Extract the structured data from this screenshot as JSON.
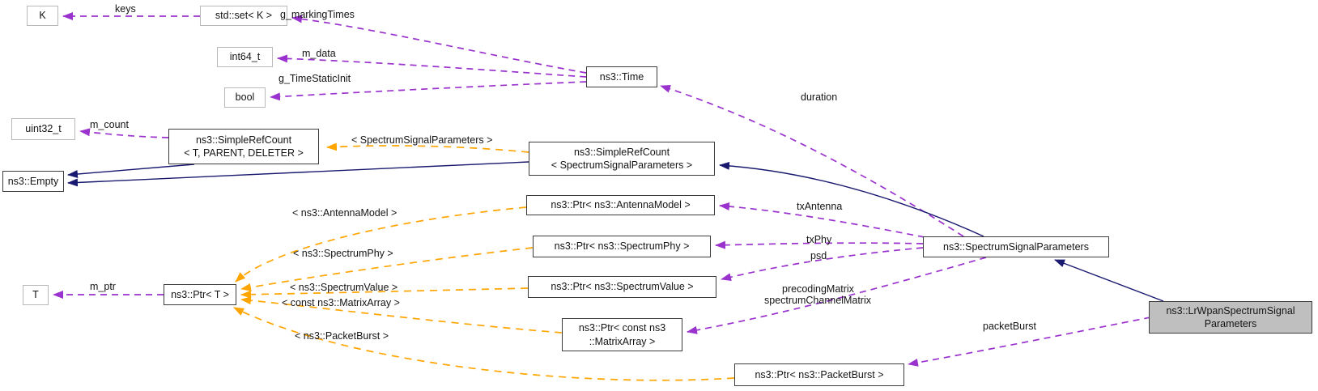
{
  "diagram": {
    "type": "class-collaboration-graph",
    "colors": {
      "member_edge": "#9a32cd",
      "template_edge": "#ffa500",
      "inheritance_edge": "#191970",
      "highlight_node_fill": "#bfbfbf",
      "plain_node_border": "#b9b9b9",
      "class_node_border": "#3c3c3c"
    },
    "nodes": {
      "k": {
        "label": "K"
      },
      "std_set": {
        "label": "std::set< K >"
      },
      "int64": {
        "label": "int64_t"
      },
      "bool": {
        "label": "bool"
      },
      "time": {
        "label": "ns3::Time"
      },
      "uint32": {
        "label": "uint32_t"
      },
      "sr_generic": {
        "line1": "ns3::SimpleRefCount",
        "line2": "< T, PARENT, DELETER >"
      },
      "empty": {
        "label": "ns3::Empty"
      },
      "sr_ssp": {
        "line1": "ns3::SimpleRefCount",
        "line2": "< SpectrumSignalParameters >"
      },
      "ptr_antenna": {
        "label": "ns3::Ptr< ns3::AntennaModel >"
      },
      "ptr_phy": {
        "label": "ns3::Ptr< ns3::SpectrumPhy >"
      },
      "ptr_value": {
        "label": "ns3::Ptr< ns3::SpectrumValue >"
      },
      "ptr_matrix": {
        "line1": "ns3::Ptr< const ns3",
        "line2": "::MatrixArray >"
      },
      "ptr_burst": {
        "label": "ns3::Ptr< ns3::PacketBurst >"
      },
      "t": {
        "label": "T"
      },
      "ptr_t": {
        "label": "ns3::Ptr< T >"
      },
      "ssp": {
        "label": "ns3::SpectrumSignalParameters"
      },
      "lrwpan": {
        "line1": "ns3::LrWpanSpectrumSignal",
        "line2": "Parameters"
      }
    },
    "edge_labels": {
      "keys": "keys",
      "g_marking_times": "g_markingTimes",
      "m_data": "m_data",
      "g_time_static_init": "g_TimeStaticInit",
      "duration": "duration",
      "m_count": "m_count",
      "tmpl_ssp": "< SpectrumSignalParameters >",
      "tx_antenna": "txAntenna",
      "tx_phy": "txPhy",
      "psd": "psd",
      "precoding_matrix": "precodingMatrix",
      "spectrum_channel_matrix": "spectrumChannelMatrix",
      "packet_burst": "packetBurst",
      "m_ptr": "m_ptr",
      "tmpl_antenna": "< ns3::AntennaModel >",
      "tmpl_phy": "< ns3::SpectrumPhy >",
      "tmpl_value": "< ns3::SpectrumValue >",
      "tmpl_matrix": "< const ns3::MatrixArray >",
      "tmpl_burst": "< ns3::PacketBurst >"
    }
  }
}
